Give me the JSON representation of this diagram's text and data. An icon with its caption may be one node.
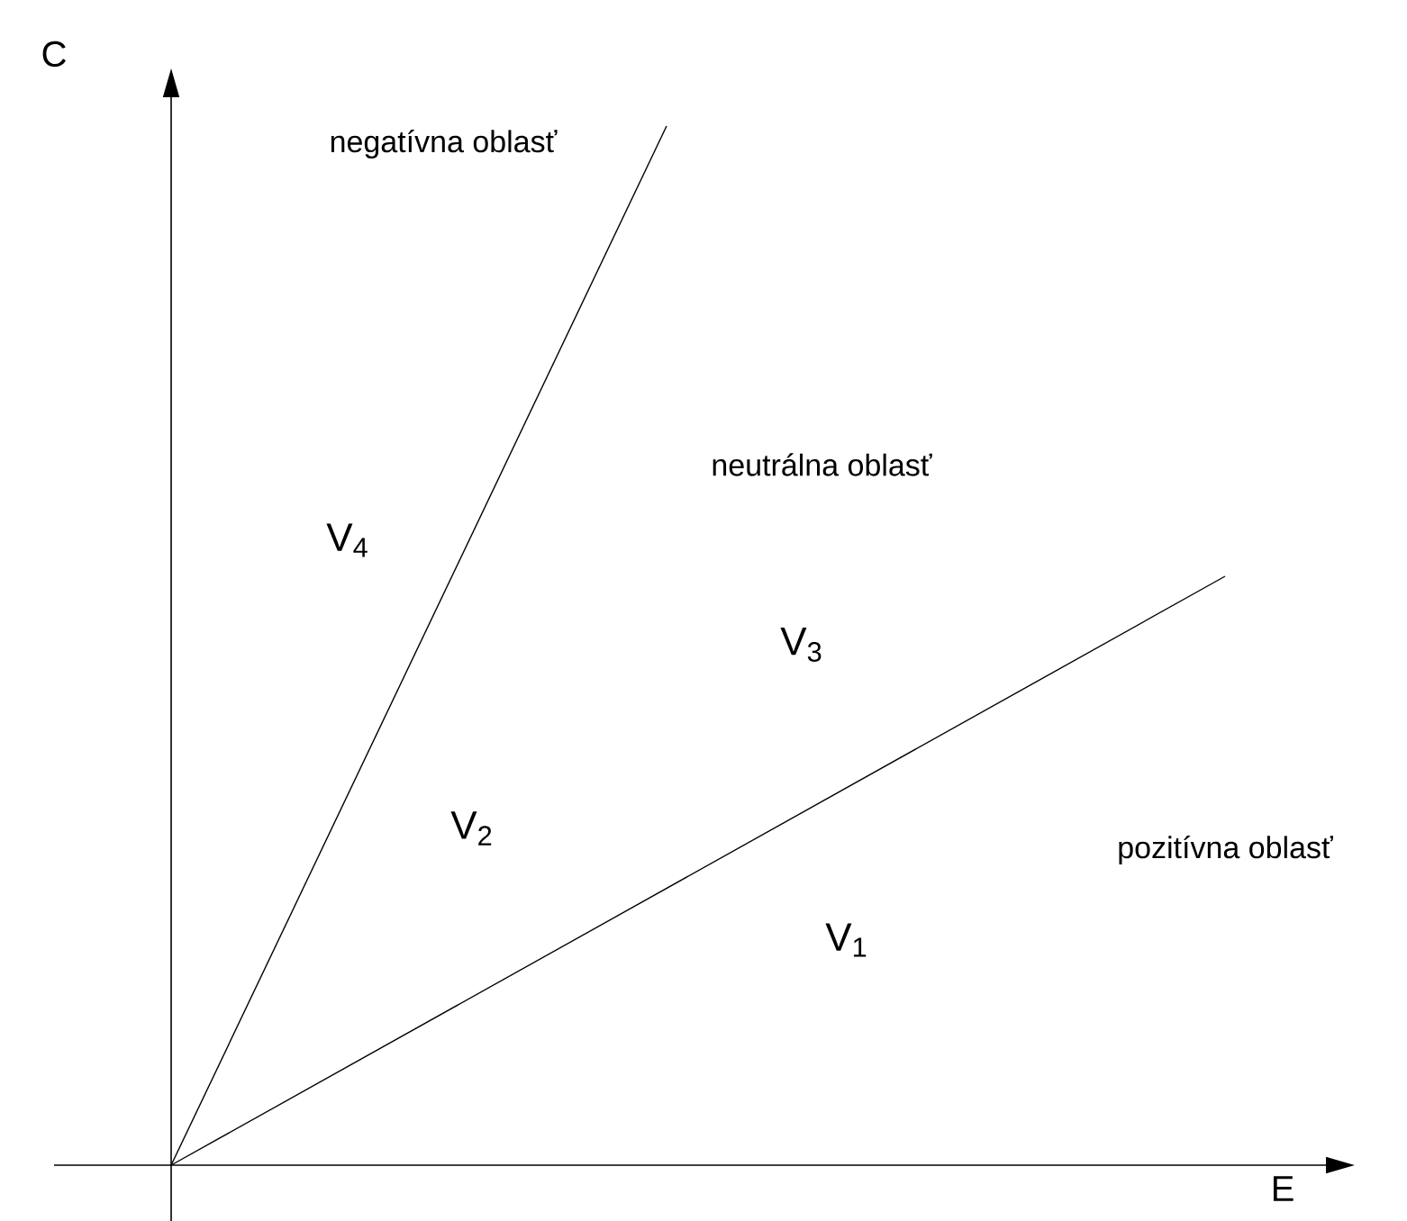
{
  "diagram": {
    "labels": [
      "C",
      "negatívna oblasť",
      "neutrálna oblasť",
      "V$_{4}$",
      "V$_{3}$",
      "V$_{2}$",
      "pozitívna oblasť",
      "V$_{1}$",
      "E"
    ]
  }
}
